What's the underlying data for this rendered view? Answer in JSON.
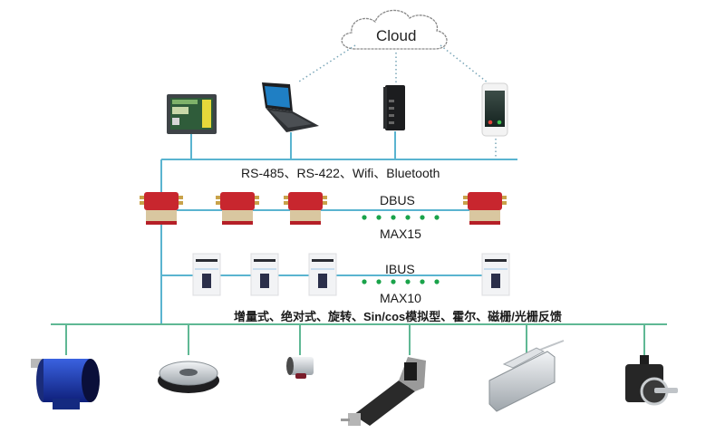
{
  "cloud": {
    "label": "Cloud"
  },
  "upper_devices": [
    {
      "name": "HMI touch panel"
    },
    {
      "name": "Laptop"
    },
    {
      "name": "Gateway module"
    },
    {
      "name": "Smartphone"
    }
  ],
  "comm_bus": {
    "label": "RS-485、RS-422、Wifi、Bluetooth"
  },
  "dbus": {
    "label": "DBUS",
    "max_label": "MAX15",
    "visible_drives": 4,
    "ellipsis_dots": 6
  },
  "ibus": {
    "label": "IBUS",
    "max_label": "MAX10",
    "visible_modules": 4,
    "ellipsis_dots": 6
  },
  "feedback_bus": {
    "label": "增量式、绝对式、旋转、Sin/cos模拟型、霍尔、磁栅/光栅反馈"
  },
  "motors": [
    {
      "name": "AC induction motor"
    },
    {
      "name": "Direct drive rotary motor"
    },
    {
      "name": "Small DC motor"
    },
    {
      "name": "Linear actuator stepper"
    },
    {
      "name": "Linear motor stage"
    },
    {
      "name": "Servo motor"
    }
  ],
  "colors": {
    "comm_line": "#5ab4d0",
    "motor_line": "#5fb894",
    "dot_green": "#1aa34a",
    "cloud_link": "#7aa6b8",
    "drive_red": "#c8262e"
  }
}
